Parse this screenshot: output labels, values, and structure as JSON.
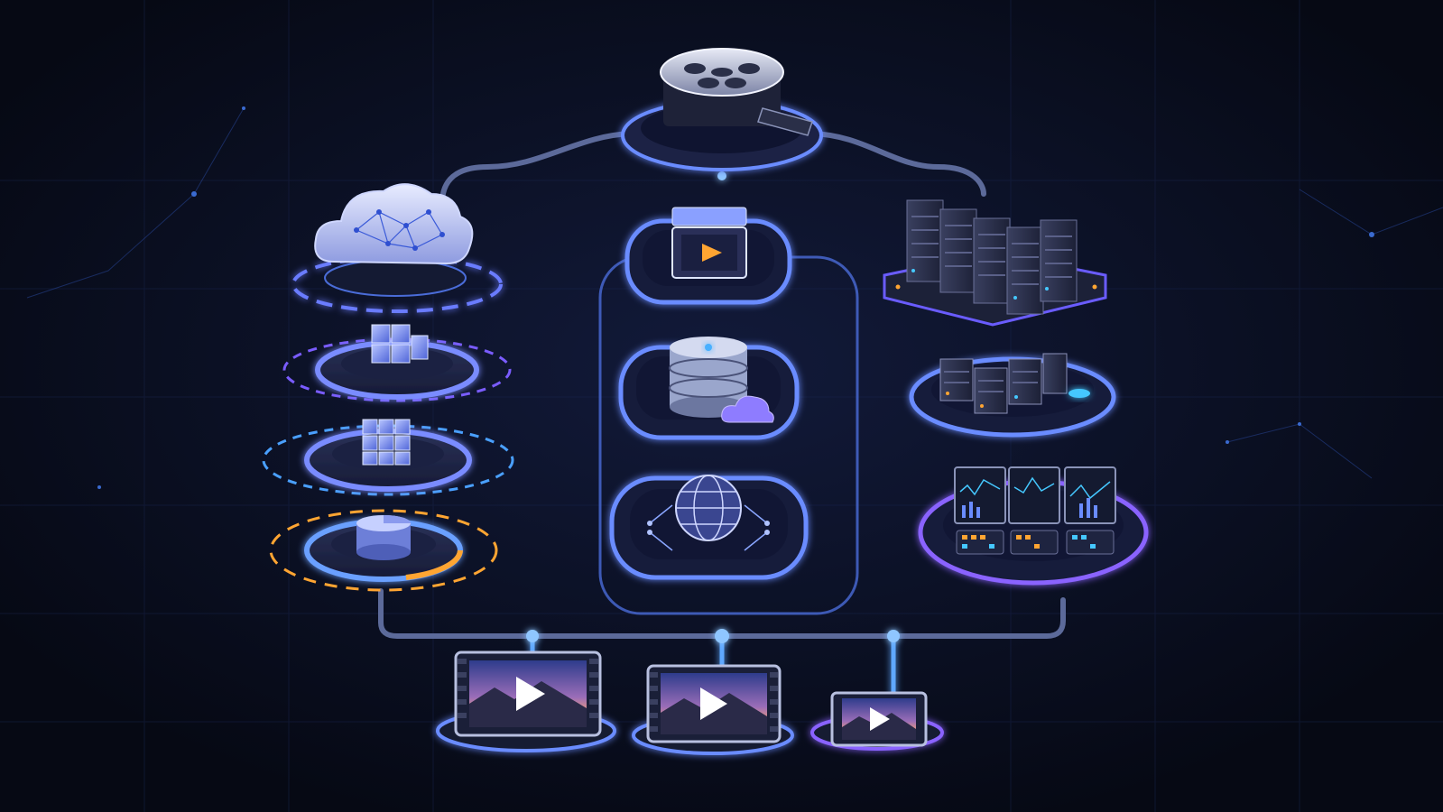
{
  "diagram": {
    "nodes": [
      {
        "id": "source",
        "icon": "film-reel-icon"
      },
      {
        "id": "cloud",
        "icon": "cloud-network-icon"
      },
      {
        "id": "cubes-small",
        "icon": "cube-cluster-icon"
      },
      {
        "id": "cubes-large",
        "icon": "cube-grid-icon"
      },
      {
        "id": "pie-cylinder",
        "icon": "pie-cylinder-icon"
      },
      {
        "id": "encoder",
        "icon": "video-player-icon"
      },
      {
        "id": "storage",
        "icon": "database-cloud-icon"
      },
      {
        "id": "cdn",
        "icon": "globe-network-icon"
      },
      {
        "id": "server-farm",
        "icon": "server-rack-icon"
      },
      {
        "id": "edge-servers",
        "icon": "server-cluster-icon"
      },
      {
        "id": "monitoring",
        "icon": "dashboard-monitors-icon"
      },
      {
        "id": "player-1",
        "icon": "video-screen-icon"
      },
      {
        "id": "player-2",
        "icon": "video-screen-icon"
      },
      {
        "id": "player-3",
        "icon": "video-screen-icon"
      }
    ],
    "edges": [
      [
        "source",
        "cloud"
      ],
      [
        "source",
        "encoder"
      ],
      [
        "source",
        "server-farm"
      ],
      [
        "cloud",
        "cubes-small"
      ],
      [
        "cubes-small",
        "cubes-large"
      ],
      [
        "cubes-large",
        "pie-cylinder"
      ],
      [
        "encoder",
        "storage"
      ],
      [
        "storage",
        "cdn"
      ],
      [
        "server-farm",
        "edge-servers"
      ],
      [
        "edge-servers",
        "monitoring"
      ],
      [
        "pie-cylinder",
        "player-1"
      ],
      [
        "cdn",
        "player-2"
      ],
      [
        "monitoring",
        "player-3"
      ]
    ]
  },
  "colors": {
    "background": "#070b1a",
    "glow_blue": "#4f7bff",
    "glow_violet": "#8a63ff",
    "accent_orange": "#ffa532",
    "cyan": "#45c8ff",
    "platform_dark": "#141a33"
  }
}
